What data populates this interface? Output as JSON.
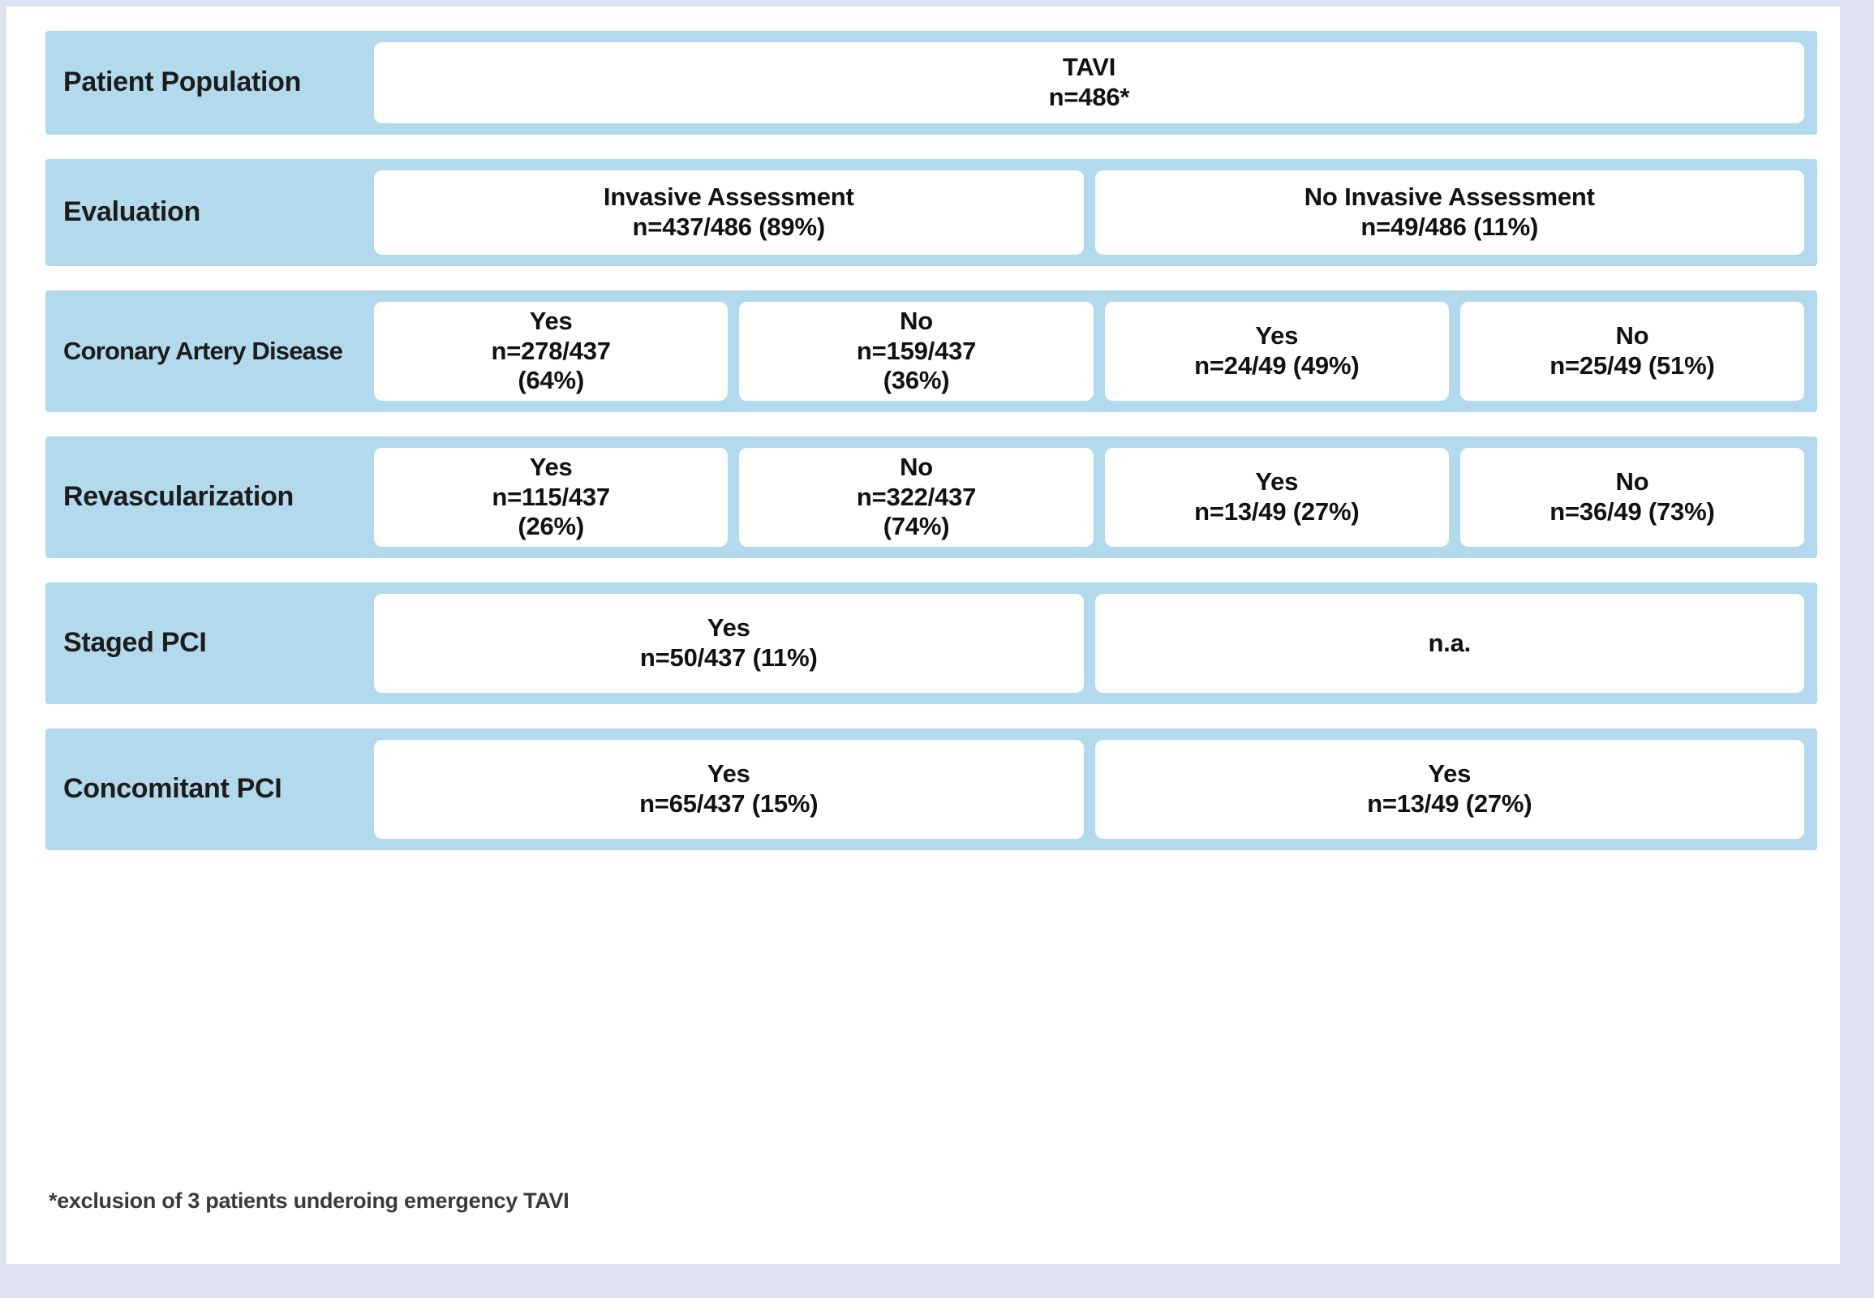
{
  "figure": {
    "type": "clinical-flow-diagram",
    "colors": {
      "band": "#b3d9ec",
      "box": "#ffffff",
      "frame": "#dfe2f0",
      "text": "#111111"
    },
    "footnote": "*exclusion of 3 patients underoing emergency TAVI"
  },
  "rows": [
    {
      "label": "Patient Population",
      "cells": [
        {
          "line1": "TAVI",
          "line2": "n=486*",
          "line3": ""
        }
      ]
    },
    {
      "label": "Evaluation",
      "cells": [
        {
          "line1": "Invasive Assessment",
          "line2": "n=437/486 (89%)",
          "line3": ""
        },
        {
          "line1": "No Invasive Assessment",
          "line2": "n=49/486 (11%)",
          "line3": ""
        }
      ]
    },
    {
      "label": "Coronary Artery Disease",
      "cells": [
        {
          "line1": "Yes",
          "line2": "n=278/437",
          "line3": "(64%)"
        },
        {
          "line1": "No",
          "line2": "n=159/437",
          "line3": "(36%)"
        },
        {
          "line1": "Yes",
          "line2": "n=24/49 (49%)",
          "line3": ""
        },
        {
          "line1": "No",
          "line2": "n=25/49 (51%)",
          "line3": ""
        }
      ]
    },
    {
      "label": "Revascularization",
      "cells": [
        {
          "line1": "Yes",
          "line2": "n=115/437",
          "line3": "(26%)"
        },
        {
          "line1": "No",
          "line2": "n=322/437",
          "line3": "(74%)"
        },
        {
          "line1": "Yes",
          "line2": "n=13/49 (27%)",
          "line3": ""
        },
        {
          "line1": "No",
          "line2": "n=36/49 (73%)",
          "line3": ""
        }
      ]
    },
    {
      "label": "Staged PCI",
      "cells": [
        {
          "line1": "Yes",
          "line2": "n=50/437 (11%)",
          "line3": ""
        },
        {
          "line1": "n.a.",
          "line2": "",
          "line3": ""
        }
      ]
    },
    {
      "label": "Concomitant PCI",
      "cells": [
        {
          "line1": "Yes",
          "line2": "n=65/437 (15%)",
          "line3": ""
        },
        {
          "line1": "Yes",
          "line2": "n=13/49 (27%)",
          "line3": ""
        }
      ]
    }
  ]
}
